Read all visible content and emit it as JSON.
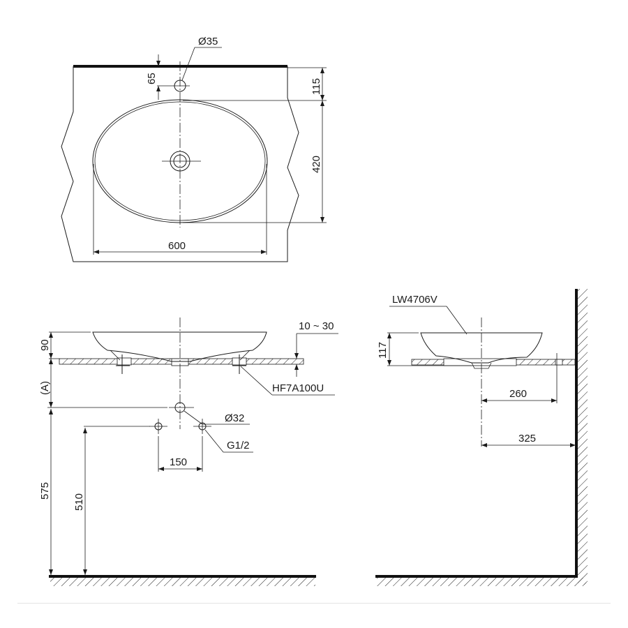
{
  "drawing": {
    "type": "sink installation dimension drawing",
    "line_color": "#1a1a1a",
    "background": "#ffffff"
  },
  "top_view": {
    "faucet_hole_diameter": "Ø35",
    "faucet_hole_offset": "65",
    "wall_to_basin_edge": "115",
    "basin_depth": "420",
    "basin_width": "600"
  },
  "front_view": {
    "basin_height": "90",
    "counter_thickness": "10 ~ 30",
    "mounting_part": "HF7A100U",
    "drain_height_label": "(A)",
    "drain_diameter": "Ø32",
    "supply_thread": "G1/2",
    "supply_spacing": "150",
    "drain_height_from_floor": "575",
    "supply_height_from_floor": "510"
  },
  "side_view": {
    "model": "LW4706V",
    "basin_height": "117",
    "drain_to_wall_support": "260",
    "drain_to_wall": "325"
  }
}
